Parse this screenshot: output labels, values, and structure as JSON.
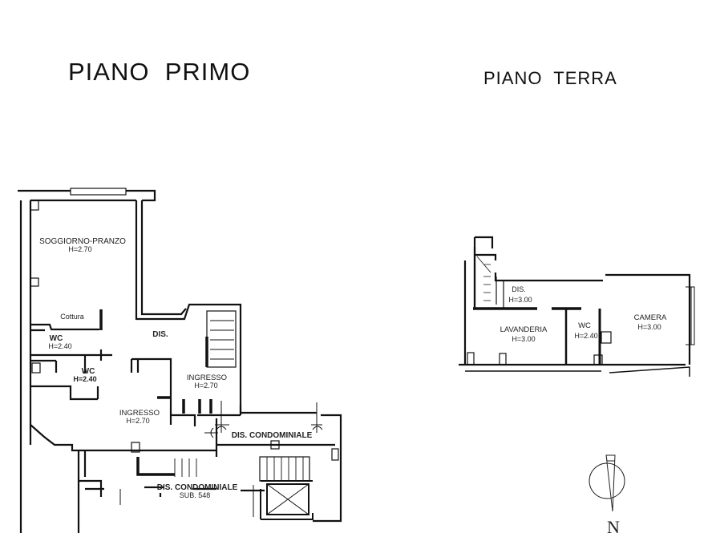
{
  "titles": {
    "first_floor": "PIANO  PRIMO",
    "ground_floor": "PIANO  TERRA"
  },
  "first_floor": {
    "rooms": [
      {
        "name": "SOGGIORNO-PRANZO",
        "height": "H=2.70"
      },
      {
        "name": "Cottura",
        "height": ""
      },
      {
        "name": "WC",
        "height": "H=2.40"
      },
      {
        "name": "WC",
        "height": "H=2.40"
      },
      {
        "name": "DIS.",
        "height": ""
      },
      {
        "name": "INGRESSO",
        "height": "H=2.70"
      },
      {
        "name": "INGRESSO",
        "height": "H=2.70"
      },
      {
        "name": "DIS. CONDOMINIALE",
        "height": ""
      },
      {
        "name": "DIS. CONDOMINIALE",
        "height": "SUB. 548"
      }
    ]
  },
  "ground_floor": {
    "rooms": [
      {
        "name": "DIS.",
        "height": "H=3.00"
      },
      {
        "name": "LAVANDERIA",
        "height": "H=3.00"
      },
      {
        "name": "WC",
        "height": "H=2.40"
      },
      {
        "name": "CAMERA",
        "height": "H=3.00"
      }
    ]
  },
  "compass": {
    "label": "N"
  },
  "colors": {
    "wall": "#111111",
    "background": "#ffffff"
  }
}
